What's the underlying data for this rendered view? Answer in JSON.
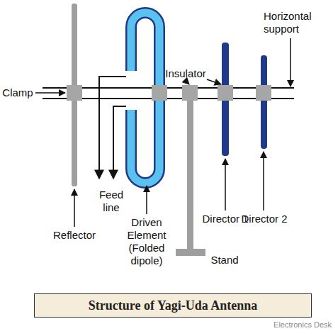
{
  "diagram": {
    "caption": "Structure of Yagi-Uda Antenna",
    "labels": [
      "Clamp",
      "Insulator",
      "Horizontal support",
      "Feed line",
      "Reflector",
      "Driven Element (Folded dipole)",
      "Director 1",
      "Director 2",
      "Stand",
      "Electronics Desk"
    ]
  }
}
